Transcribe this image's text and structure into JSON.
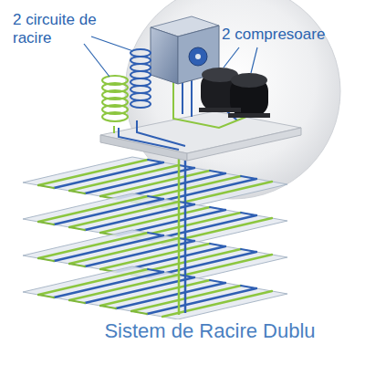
{
  "diagram": {
    "caption": "Sistem de Racire Dublu",
    "labels": [
      "2 circuite de racire",
      "2 compresoare"
    ]
  }
}
